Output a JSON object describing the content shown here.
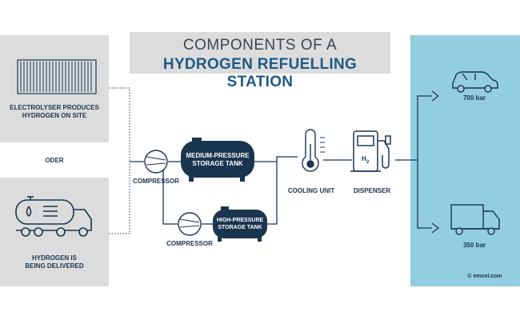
{
  "title": {
    "line1": "COMPONENTS OF A",
    "line2": "HYDROGEN REFUELLING STATION"
  },
  "sources": {
    "electrolyser": "ELECTROLYSER PRODUCES HYDROGEN ON SITE",
    "or": "ODER",
    "delivered": "HYDROGEN IS BEING DELIVERED"
  },
  "components": {
    "compressor_1": "COMPRESSOR",
    "compressor_2": "COMPRESSOR",
    "medium_tank_line1": "MEDIUM-PRESSURE",
    "medium_tank_line2": "STORAGE TANK",
    "high_tank_line1": "HIGH-PRESSURE",
    "high_tank_line2": "STORAGE TANK",
    "cooling_unit": "COOLING UNIT",
    "dispenser": "DISPENSER",
    "h2_symbol": "H",
    "h2_sub": "2"
  },
  "outputs": {
    "car_pressure": "700 bar",
    "truck_pressure": "350 bar"
  },
  "credit": "© emcel.com",
  "colors": {
    "navy": "#1a3550",
    "accent_blue": "#1f5a85",
    "panel_gray": "#dcdcdc",
    "panel_blue": "#93cde0"
  },
  "icons": [
    "electrolyser-icon",
    "tanker-truck-icon",
    "compressor-icon",
    "storage-tank-icon",
    "thermometer-icon",
    "fuel-dispenser-icon",
    "car-icon",
    "truck-icon",
    "arrow-icon"
  ]
}
